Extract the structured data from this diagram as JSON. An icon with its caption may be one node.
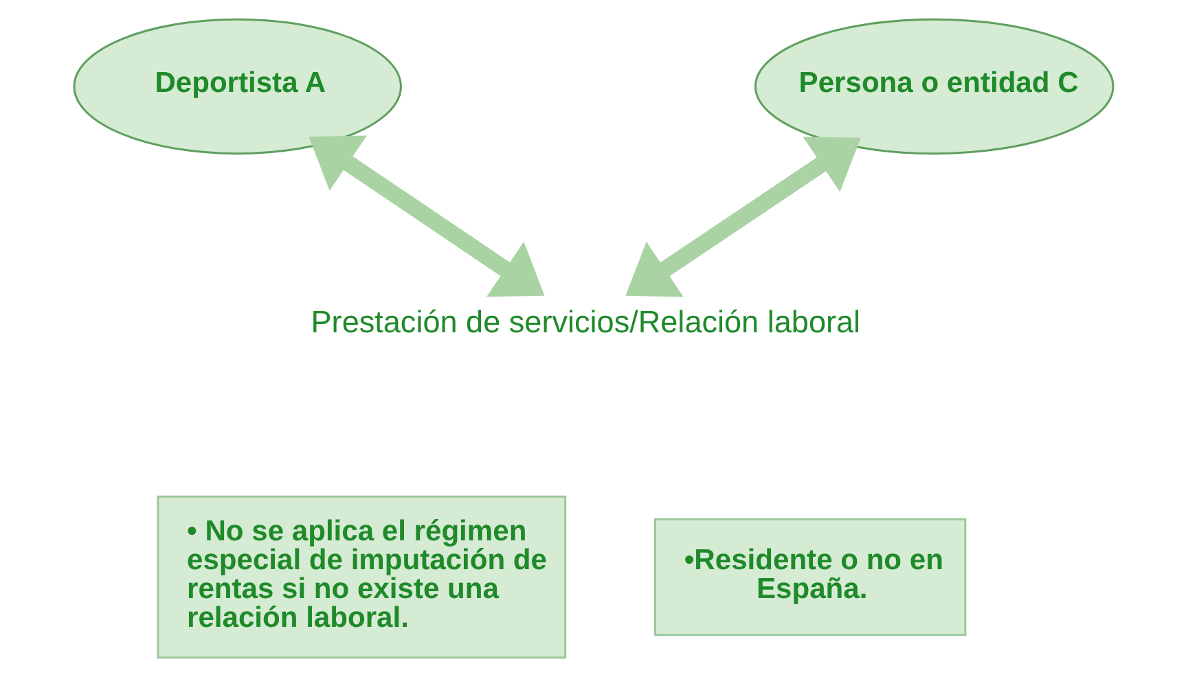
{
  "diagram": {
    "nodes": [
      {
        "text": [
          "Deportista A"
        ]
      },
      {
        "text": [
          "Persona o entidad C"
        ]
      },
      {
        "text": [
          "Prestación de servicios/Relación laboral"
        ]
      },
      {
        "text": [
          "• No se aplica el régimen especial de imputación de rentas si no existe una relación laboral."
        ]
      },
      {
        "text": [
          "•Residente o no en España."
        ]
      }
    ],
    "edges": [
      {
        "from": 0,
        "to": 2,
        "arrow": "both"
      },
      {
        "from": 1,
        "to": 2,
        "arrow": "both"
      }
    ]
  }
}
